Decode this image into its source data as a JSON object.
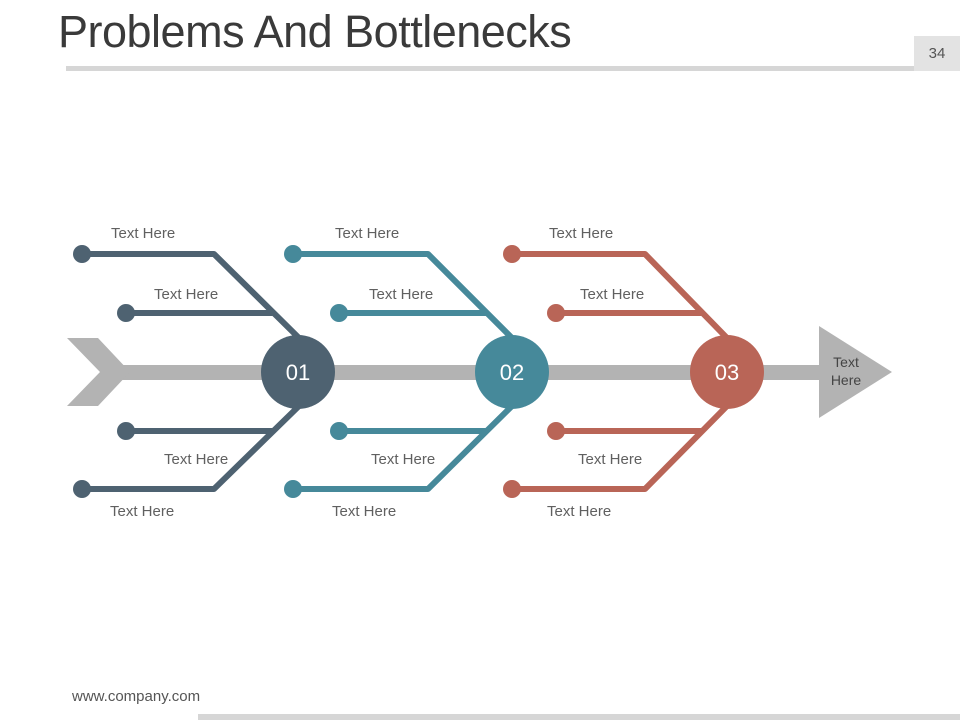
{
  "slide": {
    "title": "Problems And Bottlenecks",
    "page_number": "34",
    "footer_url": "www.company.com"
  },
  "colors": {
    "spine": "#b3b3b3",
    "stage1": "#4e6271",
    "stage2": "#46899a",
    "stage3": "#b96557",
    "label_text": "#606060"
  },
  "diagram": {
    "head_label_line1": "Text",
    "head_label_line2": "Here",
    "stages": [
      {
        "number": "01",
        "labels": [
          "Text Here",
          "Text Here",
          "Text Here",
          "Text Here"
        ]
      },
      {
        "number": "02",
        "labels": [
          "Text Here",
          "Text Here",
          "Text Here",
          "Text Here"
        ]
      },
      {
        "number": "03",
        "labels": [
          "Text Here",
          "Text Here",
          "Text Here",
          "Text Here"
        ]
      }
    ]
  }
}
